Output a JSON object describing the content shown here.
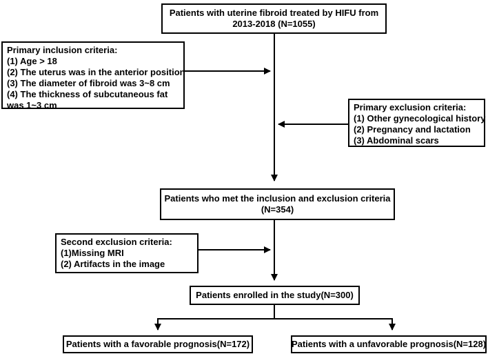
{
  "flow": {
    "top": {
      "lines": [
        "Patients with uterine fibroid treated by HIFU from",
        "2013-2018 (N=1055)"
      ]
    },
    "inclusion": {
      "title": "Primary inclusion criteria:",
      "items": [
        "(1) Age > 18",
        "(2) The uterus was in the anterior  position",
        "(3) The diameter of fibroid was 3~8 cm",
        "(4) The thickness of subcutaneous fat was 1~3 cm"
      ]
    },
    "exclusion1": {
      "title": "Primary exclusion criteria:",
      "items": [
        "(1) Other gynecological history",
        "(2) Pregnancy and lactation",
        "(3) Abdominal scars"
      ]
    },
    "met": {
      "lines": [
        "Patients who met the inclusion and exclusion criteria",
        "(N=354)"
      ]
    },
    "exclusion2": {
      "title": "Second exclusion criteria:",
      "items": [
        "(1)Missing MRI",
        "(2) Artifacts in the image"
      ]
    },
    "enrolled": {
      "label": "Patients enrolled in the study(N=300)"
    },
    "favorable": {
      "label": "Patients with a  favorable prognosis(N=172)"
    },
    "unfavorable": {
      "label": "Patients with a unfavorable prognosis(N=128)"
    }
  }
}
